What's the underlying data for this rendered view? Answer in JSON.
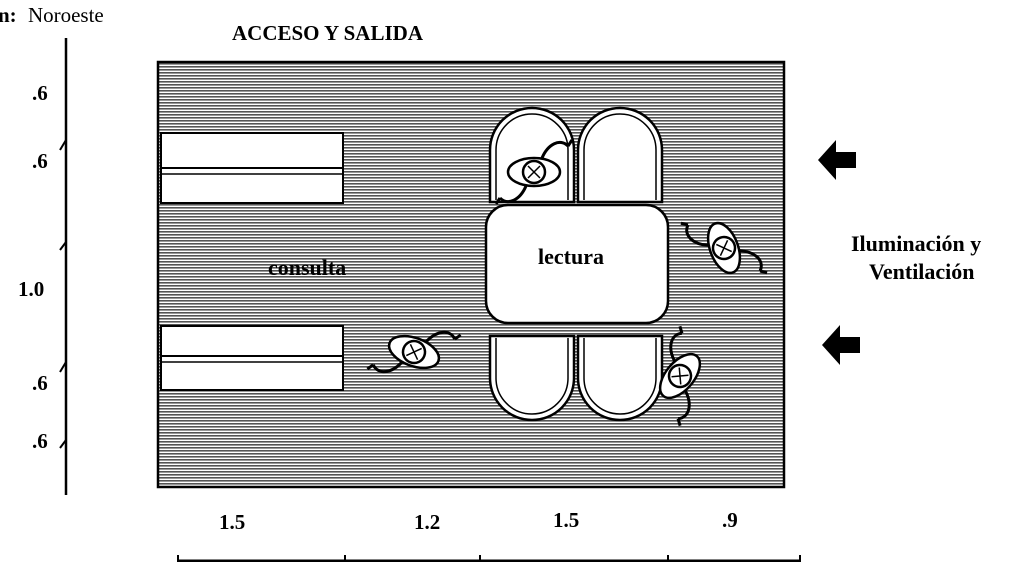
{
  "orientation": {
    "label": "n:",
    "value": "Noroeste"
  },
  "top_label": "ACCESO Y SALIDA",
  "room_labels": {
    "consulta": "consulta",
    "lectura": "lectura"
  },
  "side_label": {
    "line1": "Iluminación y",
    "line2": "Ventilación"
  },
  "vertical_dimensions": [
    ".6",
    ".6",
    "1.0",
    ".6",
    ".6"
  ],
  "horizontal_dimensions": [
    "1.5",
    "1.2",
    "1.5",
    ".9"
  ],
  "icons": [
    "arrow-left-icon",
    "arrow-left-icon",
    "person-icon",
    "chair-icon"
  ]
}
